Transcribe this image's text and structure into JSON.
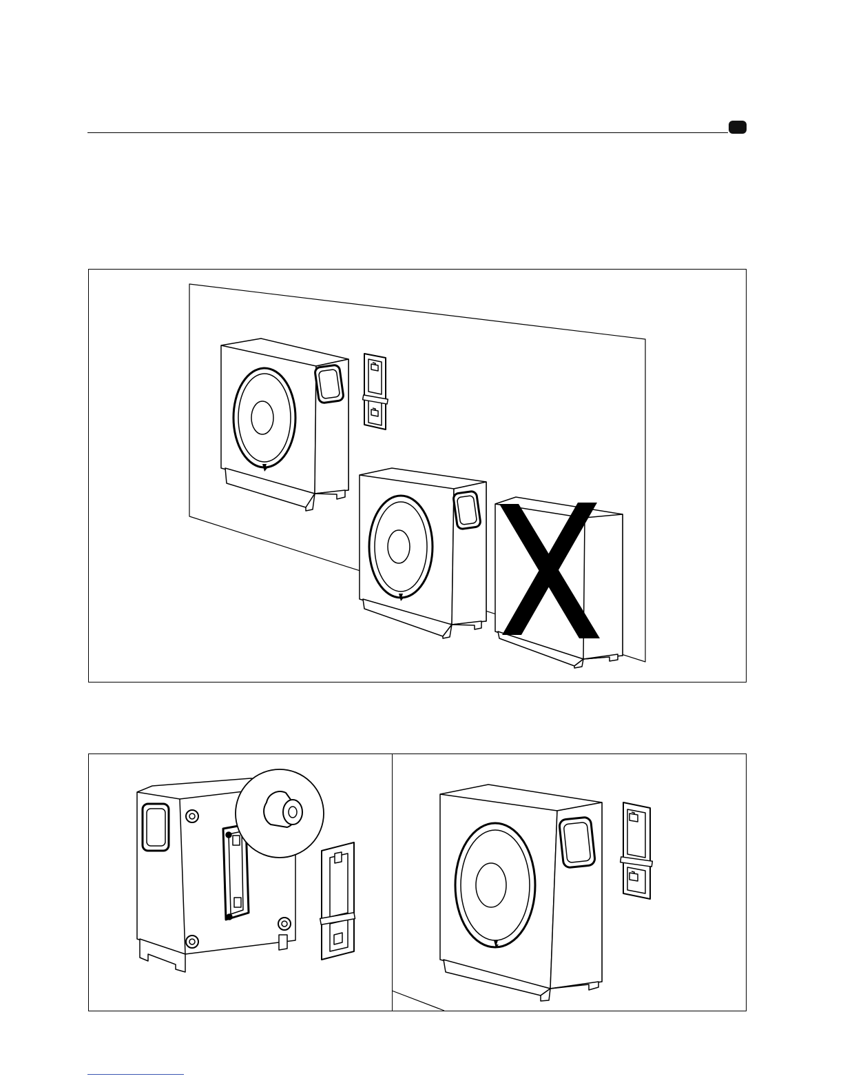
{
  "page": {
    "header_tab_text": ""
  },
  "figures": [
    {
      "id": "figure-placement",
      "panels": 1,
      "items": [
        "wall-mounted-subwoofer",
        "wall-bracket",
        "floor-subwoofer-against-wall",
        "incorrect-placement-crossed-out"
      ]
    },
    {
      "id": "figure-mounting",
      "panels": 2,
      "items": [
        "subwoofer-rear-with-mount-points",
        "zoom-detail-mount-stud",
        "wall-bracket",
        "subwoofer-beside-wall-bracket"
      ]
    }
  ],
  "icons": [
    "subwoofer-icon",
    "wall-bracket-icon",
    "cross-mark-icon",
    "magnifier-detail-icon"
  ]
}
